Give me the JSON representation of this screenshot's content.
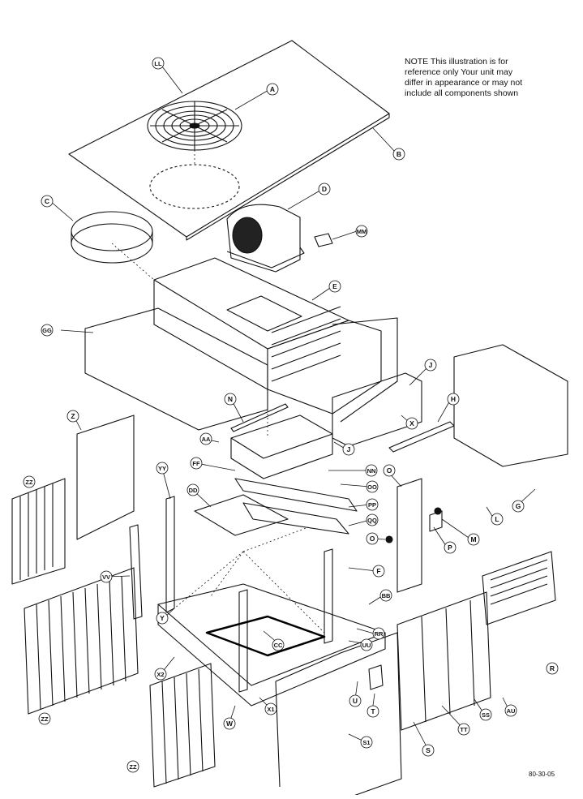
{
  "note": {
    "lines": [
      "NOTE      This illustration is for",
      "reference only   Your unit may",
      "differ in appearance or may not",
      "include all components shown"
    ]
  },
  "drawing_code": "80-30-05",
  "labels": [
    "LL",
    "A",
    "B",
    "C",
    "D",
    "MM",
    "E",
    "GG",
    "J",
    "H",
    "N",
    "X",
    "Z",
    "AA",
    "J",
    "NN",
    "O",
    "G",
    "FF",
    "YY",
    "DD",
    "OO",
    "PP",
    "L",
    "ZZ",
    "QQ",
    "M",
    "P",
    "VV",
    "O",
    "F",
    "BB",
    "Y",
    "CC",
    "RR",
    "UU",
    "X2",
    "R",
    "U",
    "T",
    "X1",
    "SS",
    "AU",
    "TT",
    "W",
    "ZZ",
    "S1",
    "S",
    "ZZ"
  ]
}
